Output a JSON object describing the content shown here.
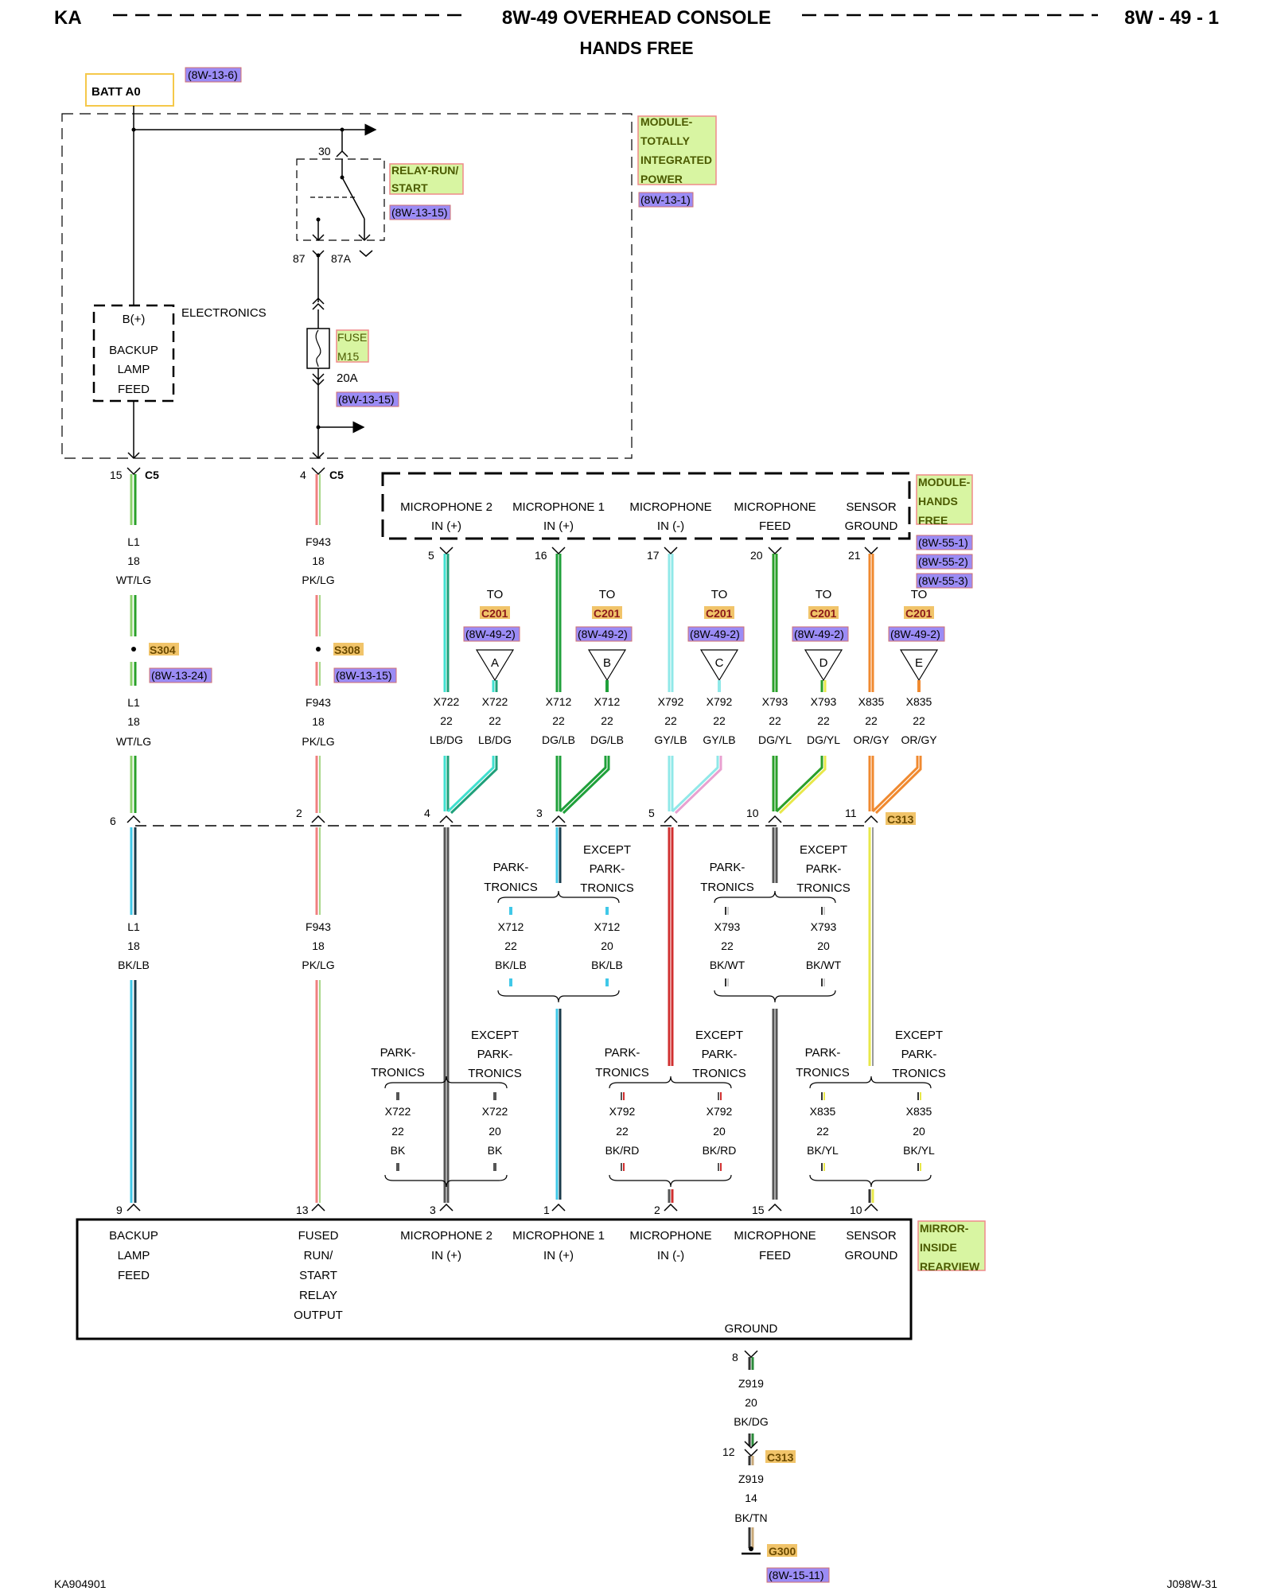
{
  "header": {
    "left": "KA",
    "title": "8W-49 OVERHEAD CONSOLE",
    "subtitle": "HANDS FREE",
    "right": "8W - 49 - 1"
  },
  "footer": {
    "left": "KA904901",
    "right": "J098W-31"
  },
  "colors": {
    "green_label": "#d8f5a2",
    "green_label_border": "#ef8a8a",
    "ref_label": "#9b8cf5",
    "ref_label_border": "#d07070",
    "batt_border": "#f5c84a",
    "splice_label": "#f1c46a"
  },
  "batt": {
    "label": "BATT A0",
    "ref": "(8W-13-6)"
  },
  "tipm": {
    "lines": [
      "MODULE-",
      "TOTALLY",
      "INTEGRATED",
      "POWER"
    ],
    "ref": "(8W-13-1)"
  },
  "relay": {
    "lines": [
      "RELAY-RUN/",
      "START"
    ],
    "ref": "(8W-13-15)",
    "pin_top": "30",
    "pin_no": "87",
    "pin_nc": "87A"
  },
  "electronics": "ELECTRONICS",
  "backup_box": {
    "top": "B(+)",
    "lines": [
      "BACKUP",
      "LAMP",
      "FEED"
    ]
  },
  "fuse": {
    "lines": [
      "FUSE",
      "M15"
    ],
    "rating": "20A",
    "ref": "(8W-13-15)"
  },
  "c5": {
    "label": "C5",
    "pin_left": "15",
    "pin_right": "4"
  },
  "wire_l1_top": {
    "circuit": "L1",
    "gauge": "18",
    "color": "WT/LG"
  },
  "wire_f943_top": {
    "circuit": "F943",
    "gauge": "18",
    "color": "PK/LG"
  },
  "s304": {
    "label": "S304",
    "ref": "(8W-13-24)"
  },
  "s308": {
    "label": "S308",
    "ref": "(8W-13-15)"
  },
  "wire_l1_mid": {
    "circuit": "L1",
    "gauge": "18",
    "color": "WT/LG"
  },
  "wire_f943_mid": {
    "circuit": "F943",
    "gauge": "18",
    "color": "PK/LG"
  },
  "hf_module": {
    "lines": [
      "MODULE-",
      "HANDS",
      "FREE"
    ],
    "refs": [
      "(8W-55-1)",
      "(8W-55-2)",
      "(8W-55-3)"
    ]
  },
  "hf_pins": [
    {
      "l1": "MICROPHONE 2",
      "l2": "IN (+)",
      "pin": "5"
    },
    {
      "l1": "MICROPHONE 1",
      "l2": "IN (+)",
      "pin": "16"
    },
    {
      "l1": "MICROPHONE",
      "l2": "IN (-)",
      "pin": "17"
    },
    {
      "l1": "MICROPHONE",
      "l2": "FEED",
      "pin": "20"
    },
    {
      "l1": "SENSOR",
      "l2": "GROUND",
      "pin": "21"
    }
  ],
  "c201_groups": [
    {
      "to": "TO",
      "conn": "C201",
      "ref": "(8W-49-2)",
      "letter": "A",
      "left": {
        "circuit": "X722",
        "gauge": "22",
        "color": "LB/DG"
      },
      "right": {
        "circuit": "X722",
        "gauge": "22",
        "color": "LB/DG"
      }
    },
    {
      "to": "TO",
      "conn": "C201",
      "ref": "(8W-49-2)",
      "letter": "B",
      "left": {
        "circuit": "X712",
        "gauge": "22",
        "color": "DG/LB"
      },
      "right": {
        "circuit": "X712",
        "gauge": "22",
        "color": "DG/LB"
      }
    },
    {
      "to": "TO",
      "conn": "C201",
      "ref": "(8W-49-2)",
      "letter": "C",
      "left": {
        "circuit": "X792",
        "gauge": "22",
        "color": "GY/LB"
      },
      "right": {
        "circuit": "X792",
        "gauge": "22",
        "color": "GY/LB"
      }
    },
    {
      "to": "TO",
      "conn": "C201",
      "ref": "(8W-49-2)",
      "letter": "D",
      "left": {
        "circuit": "X793",
        "gauge": "22",
        "color": "DG/YL"
      },
      "right": {
        "circuit": "X793",
        "gauge": "22",
        "color": "DG/YL"
      }
    },
    {
      "to": "TO",
      "conn": "C201",
      "ref": "(8W-49-2)",
      "letter": "E",
      "left": {
        "circuit": "X835",
        "gauge": "22",
        "color": "OR/GY"
      },
      "right": {
        "circuit": "X835",
        "gauge": "22",
        "color": "OR/GY"
      }
    }
  ],
  "c313_mid": {
    "label": "C313",
    "pins": [
      "6",
      "2",
      "4",
      "3",
      "5",
      "10",
      "11"
    ]
  },
  "wire_l1_low": {
    "circuit": "L1",
    "gauge": "18",
    "color": "BK/LB"
  },
  "wire_f943_low": {
    "circuit": "F943",
    "gauge": "18",
    "color": "PK/LG"
  },
  "option_groups": [
    {
      "a1": "PARK-",
      "a2": "TRONICS",
      "e1": "EXCEPT",
      "e2": "PARK-",
      "e3": "TRONICS",
      "left": {
        "circuit": "X712",
        "gauge": "22",
        "color": "BK/LB"
      },
      "right": {
        "circuit": "X712",
        "gauge": "20",
        "color": "BK/LB"
      }
    },
    {
      "a1": "PARK-",
      "a2": "TRONICS",
      "e1": "EXCEPT",
      "e2": "PARK-",
      "e3": "TRONICS",
      "left": {
        "circuit": "X793",
        "gauge": "22",
        "color": "BK/WT"
      },
      "right": {
        "circuit": "X793",
        "gauge": "20",
        "color": "BK/WT"
      }
    },
    {
      "a1": "PARK-",
      "a2": "TRONICS",
      "e1": "EXCEPT",
      "e2": "PARK-",
      "e3": "TRONICS",
      "left": {
        "circuit": "X722",
        "gauge": "22",
        "color": "BK"
      },
      "right": {
        "circuit": "X722",
        "gauge": "20",
        "color": "BK"
      }
    },
    {
      "a1": "PARK-",
      "a2": "TRONICS",
      "e1": "EXCEPT",
      "e2": "PARK-",
      "e3": "TRONICS",
      "left": {
        "circuit": "X792",
        "gauge": "22",
        "color": "BK/RD"
      },
      "right": {
        "circuit": "X792",
        "gauge": "20",
        "color": "BK/RD"
      }
    },
    {
      "a1": "PARK-",
      "a2": "TRONICS",
      "e1": "EXCEPT",
      "e2": "PARK-",
      "e3": "TRONICS",
      "left": {
        "circuit": "X835",
        "gauge": "22",
        "color": "BK/YL"
      },
      "right": {
        "circuit": "X835",
        "gauge": "20",
        "color": "BK/YL"
      }
    }
  ],
  "mirror": {
    "lines": [
      "MIRROR-",
      "INSIDE",
      "REARVIEW"
    ],
    "pins": [
      "9",
      "13",
      "3",
      "1",
      "2",
      "15",
      "10"
    ],
    "ground_pin": "8",
    "ground_label": "GROUND",
    "cols": [
      {
        "lines": [
          "BACKUP",
          "LAMP",
          "FEED"
        ]
      },
      {
        "lines": [
          "FUSED",
          "RUN/",
          "START",
          "RELAY",
          "OUTPUT"
        ]
      },
      {
        "lines": [
          "MICROPHONE 2",
          "IN (+)"
        ]
      },
      {
        "lines": [
          "MICROPHONE 1",
          "IN (+)"
        ]
      },
      {
        "lines": [
          "MICROPHONE",
          "IN (-)"
        ]
      },
      {
        "lines": [
          "MICROPHONE",
          "FEED"
        ]
      },
      {
        "lines": [
          "SENSOR",
          "GROUND"
        ]
      }
    ]
  },
  "wire_z919_a": {
    "circuit": "Z919",
    "gauge": "20",
    "color": "BK/DG"
  },
  "c313_low": {
    "label": "C313",
    "pin": "12"
  },
  "wire_z919_b": {
    "circuit": "Z919",
    "gauge": "14",
    "color": "BK/TN"
  },
  "g300": {
    "label": "G300",
    "ref": "(8W-15-11)"
  }
}
